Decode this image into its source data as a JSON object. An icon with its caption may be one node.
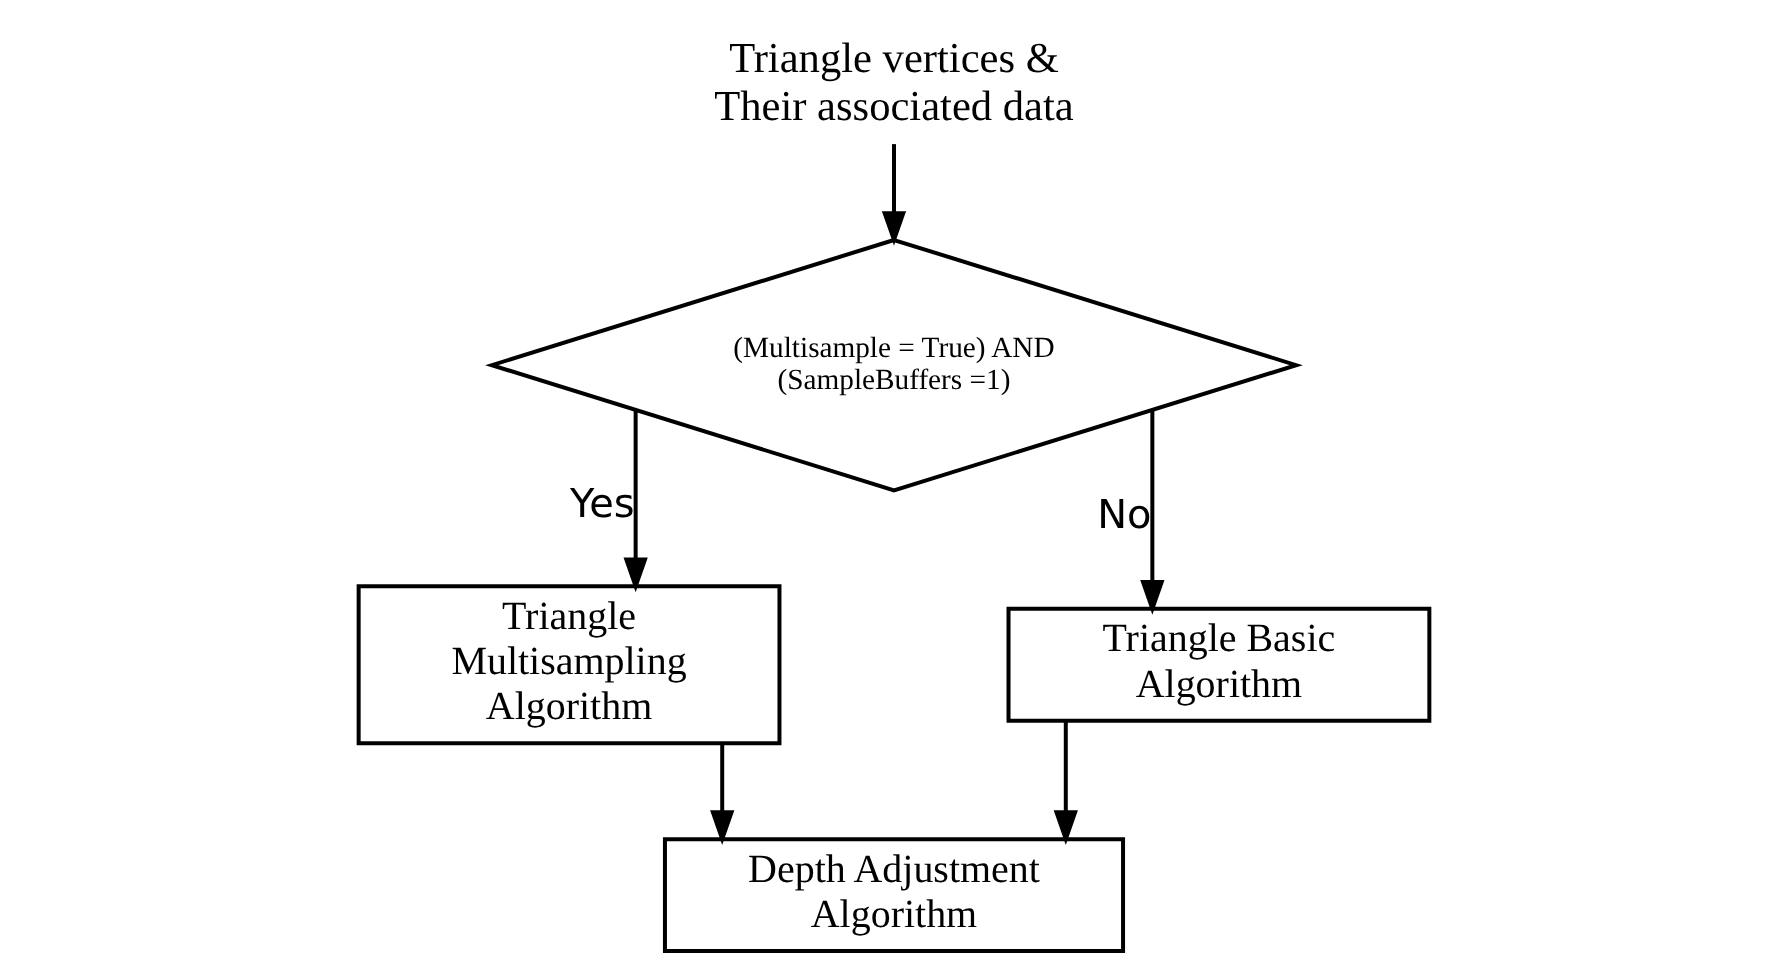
{
  "diagram": {
    "nodes": [
      {
        "text": [
          "Triangle vertices & Their associated data"
        ]
      },
      {
        "text": [
          "(Multisample = True) AND (SampleBuffers =1)"
        ]
      },
      {
        "text": [
          "Triangle Multisampling Algorithm"
        ]
      },
      {
        "text": [
          "Triangle Basic Algorithm"
        ]
      },
      {
        "text": [
          "Depth Adjustment Algorithm"
        ]
      }
    ],
    "edges": [
      {
        "from": 0,
        "to": 1,
        "arrow": "to"
      },
      {
        "from": 1,
        "to": 2,
        "arrow": "to",
        "label": "Yes"
      },
      {
        "from": 1,
        "to": 3,
        "arrow": "to",
        "label": "No"
      },
      {
        "from": 2,
        "to": 4,
        "arrow": "to"
      },
      {
        "from": 3,
        "to": 4,
        "arrow": "to"
      }
    ]
  }
}
